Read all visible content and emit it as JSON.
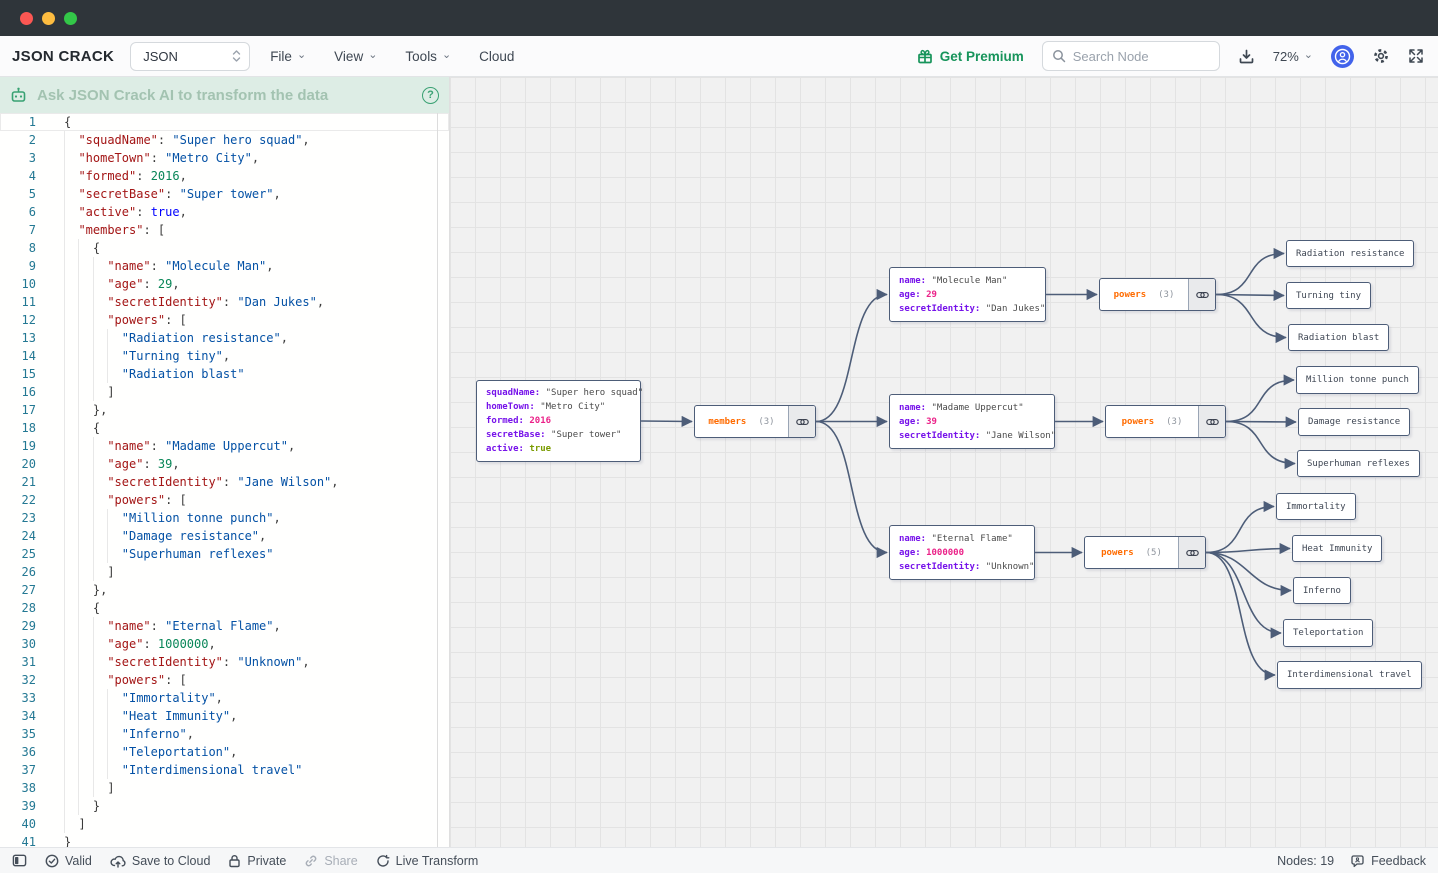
{
  "toolbar": {
    "logo": "JSON CRACK",
    "format_select": "JSON",
    "menus": [
      "File",
      "View",
      "Tools",
      "Cloud"
    ],
    "get_premium": "Get Premium",
    "search_placeholder": "Search Node",
    "zoom_level": "72%"
  },
  "icons": {
    "chevron_down": "⌄",
    "question": "?"
  },
  "ai_bar": {
    "placeholder": "Ask JSON Crack AI to transform the data"
  },
  "editor": {
    "lines": [
      {
        "n": 1,
        "ind": 0,
        "cur": true,
        "t": [
          [
            "p",
            "{"
          ]
        ]
      },
      {
        "n": 2,
        "ind": 1,
        "t": [
          [
            "k",
            "\"squadName\""
          ],
          [
            "p",
            ": "
          ],
          [
            "s",
            "\"Super hero squad\""
          ],
          [
            "p",
            ","
          ]
        ]
      },
      {
        "n": 3,
        "ind": 1,
        "t": [
          [
            "k",
            "\"homeTown\""
          ],
          [
            "p",
            ": "
          ],
          [
            "s",
            "\"Metro City\""
          ],
          [
            "p",
            ","
          ]
        ]
      },
      {
        "n": 4,
        "ind": 1,
        "t": [
          [
            "k",
            "\"formed\""
          ],
          [
            "p",
            ": "
          ],
          [
            "n",
            "2016"
          ],
          [
            "p",
            ","
          ]
        ]
      },
      {
        "n": 5,
        "ind": 1,
        "t": [
          [
            "k",
            "\"secretBase\""
          ],
          [
            "p",
            ": "
          ],
          [
            "s",
            "\"Super tower\""
          ],
          [
            "p",
            ","
          ]
        ]
      },
      {
        "n": 6,
        "ind": 1,
        "t": [
          [
            "k",
            "\"active\""
          ],
          [
            "p",
            ": "
          ],
          [
            "b",
            "true"
          ],
          [
            "p",
            ","
          ]
        ]
      },
      {
        "n": 7,
        "ind": 1,
        "t": [
          [
            "k",
            "\"members\""
          ],
          [
            "p",
            ": ["
          ]
        ]
      },
      {
        "n": 8,
        "ind": 2,
        "t": [
          [
            "p",
            "{"
          ]
        ]
      },
      {
        "n": 9,
        "ind": 3,
        "t": [
          [
            "k",
            "\"name\""
          ],
          [
            "p",
            ": "
          ],
          [
            "s",
            "\"Molecule Man\""
          ],
          [
            "p",
            ","
          ]
        ]
      },
      {
        "n": 10,
        "ind": 3,
        "t": [
          [
            "k",
            "\"age\""
          ],
          [
            "p",
            ": "
          ],
          [
            "n",
            "29"
          ],
          [
            "p",
            ","
          ]
        ]
      },
      {
        "n": 11,
        "ind": 3,
        "t": [
          [
            "k",
            "\"secretIdentity\""
          ],
          [
            "p",
            ": "
          ],
          [
            "s",
            "\"Dan Jukes\""
          ],
          [
            "p",
            ","
          ]
        ]
      },
      {
        "n": 12,
        "ind": 3,
        "t": [
          [
            "k",
            "\"powers\""
          ],
          [
            "p",
            ": ["
          ]
        ]
      },
      {
        "n": 13,
        "ind": 4,
        "t": [
          [
            "s",
            "\"Radiation resistance\""
          ],
          [
            "p",
            ","
          ]
        ]
      },
      {
        "n": 14,
        "ind": 4,
        "t": [
          [
            "s",
            "\"Turning tiny\""
          ],
          [
            "p",
            ","
          ]
        ]
      },
      {
        "n": 15,
        "ind": 4,
        "t": [
          [
            "s",
            "\"Radiation blast\""
          ]
        ]
      },
      {
        "n": 16,
        "ind": 3,
        "t": [
          [
            "p",
            "]"
          ]
        ]
      },
      {
        "n": 17,
        "ind": 2,
        "t": [
          [
            "p",
            "},"
          ]
        ]
      },
      {
        "n": 18,
        "ind": 2,
        "t": [
          [
            "p",
            "{"
          ]
        ]
      },
      {
        "n": 19,
        "ind": 3,
        "t": [
          [
            "k",
            "\"name\""
          ],
          [
            "p",
            ": "
          ],
          [
            "s",
            "\"Madame Uppercut\""
          ],
          [
            "p",
            ","
          ]
        ]
      },
      {
        "n": 20,
        "ind": 3,
        "t": [
          [
            "k",
            "\"age\""
          ],
          [
            "p",
            ": "
          ],
          [
            "n",
            "39"
          ],
          [
            "p",
            ","
          ]
        ]
      },
      {
        "n": 21,
        "ind": 3,
        "t": [
          [
            "k",
            "\"secretIdentity\""
          ],
          [
            "p",
            ": "
          ],
          [
            "s",
            "\"Jane Wilson\""
          ],
          [
            "p",
            ","
          ]
        ]
      },
      {
        "n": 22,
        "ind": 3,
        "t": [
          [
            "k",
            "\"powers\""
          ],
          [
            "p",
            ": ["
          ]
        ]
      },
      {
        "n": 23,
        "ind": 4,
        "t": [
          [
            "s",
            "\"Million tonne punch\""
          ],
          [
            "p",
            ","
          ]
        ]
      },
      {
        "n": 24,
        "ind": 4,
        "t": [
          [
            "s",
            "\"Damage resistance\""
          ],
          [
            "p",
            ","
          ]
        ]
      },
      {
        "n": 25,
        "ind": 4,
        "t": [
          [
            "s",
            "\"Superhuman reflexes\""
          ]
        ]
      },
      {
        "n": 26,
        "ind": 3,
        "t": [
          [
            "p",
            "]"
          ]
        ]
      },
      {
        "n": 27,
        "ind": 2,
        "t": [
          [
            "p",
            "},"
          ]
        ]
      },
      {
        "n": 28,
        "ind": 2,
        "t": [
          [
            "p",
            "{"
          ]
        ]
      },
      {
        "n": 29,
        "ind": 3,
        "t": [
          [
            "k",
            "\"name\""
          ],
          [
            "p",
            ": "
          ],
          [
            "s",
            "\"Eternal Flame\""
          ],
          [
            "p",
            ","
          ]
        ]
      },
      {
        "n": 30,
        "ind": 3,
        "t": [
          [
            "k",
            "\"age\""
          ],
          [
            "p",
            ": "
          ],
          [
            "n",
            "1000000"
          ],
          [
            "p",
            ","
          ]
        ]
      },
      {
        "n": 31,
        "ind": 3,
        "t": [
          [
            "k",
            "\"secretIdentity\""
          ],
          [
            "p",
            ": "
          ],
          [
            "s",
            "\"Unknown\""
          ],
          [
            "p",
            ","
          ]
        ]
      },
      {
        "n": 32,
        "ind": 3,
        "t": [
          [
            "k",
            "\"powers\""
          ],
          [
            "p",
            ": ["
          ]
        ]
      },
      {
        "n": 33,
        "ind": 4,
        "t": [
          [
            "s",
            "\"Immortality\""
          ],
          [
            "p",
            ","
          ]
        ]
      },
      {
        "n": 34,
        "ind": 4,
        "t": [
          [
            "s",
            "\"Heat Immunity\""
          ],
          [
            "p",
            ","
          ]
        ]
      },
      {
        "n": 35,
        "ind": 4,
        "t": [
          [
            "s",
            "\"Inferno\""
          ],
          [
            "p",
            ","
          ]
        ]
      },
      {
        "n": 36,
        "ind": 4,
        "t": [
          [
            "s",
            "\"Teleportation\""
          ],
          [
            "p",
            ","
          ]
        ]
      },
      {
        "n": 37,
        "ind": 4,
        "t": [
          [
            "s",
            "\"Interdimensional travel\""
          ]
        ]
      },
      {
        "n": 38,
        "ind": 3,
        "t": [
          [
            "p",
            "]"
          ]
        ]
      },
      {
        "n": 39,
        "ind": 2,
        "t": [
          [
            "p",
            "}"
          ]
        ]
      },
      {
        "n": 40,
        "ind": 1,
        "t": [
          [
            "p",
            "]"
          ]
        ]
      },
      {
        "n": 41,
        "ind": 0,
        "t": [
          [
            "p",
            "}"
          ]
        ]
      }
    ]
  },
  "graph": {
    "nodes": [
      {
        "id": "root",
        "kind": "object",
        "rows": [
          {
            "k": "squadName",
            "v": "\"Super hero squad\"",
            "t": "s"
          },
          {
            "k": "homeTown",
            "v": "\"Metro City\"",
            "t": "s"
          },
          {
            "k": "formed",
            "v": "2016",
            "t": "n"
          },
          {
            "k": "secretBase",
            "v": "\"Super tower\"",
            "t": "s"
          },
          {
            "k": "active",
            "v": "true",
            "t": "b"
          }
        ]
      },
      {
        "id": "members",
        "kind": "parent",
        "label": "members",
        "count": "(3)"
      },
      {
        "id": "m1",
        "kind": "object",
        "rows": [
          {
            "k": "name",
            "v": "\"Molecule Man\"",
            "t": "s"
          },
          {
            "k": "age",
            "v": "29",
            "t": "n"
          },
          {
            "k": "secretIdentity",
            "v": "\"Dan Jukes\"",
            "t": "s"
          }
        ]
      },
      {
        "id": "p1",
        "kind": "parent",
        "label": "powers",
        "count": "(3)"
      },
      {
        "id": "m2",
        "kind": "object",
        "rows": [
          {
            "k": "name",
            "v": "\"Madame Uppercut\"",
            "t": "s"
          },
          {
            "k": "age",
            "v": "39",
            "t": "n"
          },
          {
            "k": "secretIdentity",
            "v": "\"Jane Wilson\"",
            "t": "s"
          }
        ]
      },
      {
        "id": "p2",
        "kind": "parent",
        "label": "powers",
        "count": "(3)"
      },
      {
        "id": "m3",
        "kind": "object",
        "rows": [
          {
            "k": "name",
            "v": "\"Eternal Flame\"",
            "t": "s"
          },
          {
            "k": "age",
            "v": "1000000",
            "t": "n"
          },
          {
            "k": "secretIdentity",
            "v": "\"Unknown\"",
            "t": "s"
          }
        ]
      },
      {
        "id": "p3",
        "kind": "parent",
        "label": "powers",
        "count": "(5)"
      },
      {
        "id": "l1",
        "kind": "leaf",
        "text": "Radiation resistance"
      },
      {
        "id": "l2",
        "kind": "leaf",
        "text": "Turning tiny"
      },
      {
        "id": "l3",
        "kind": "leaf",
        "text": "Radiation blast"
      },
      {
        "id": "l4",
        "kind": "leaf",
        "text": "Million tonne punch"
      },
      {
        "id": "l5",
        "kind": "leaf",
        "text": "Damage resistance"
      },
      {
        "id": "l6",
        "kind": "leaf",
        "text": "Superhuman reflexes"
      },
      {
        "id": "l7",
        "kind": "leaf",
        "text": "Immortality"
      },
      {
        "id": "l8",
        "kind": "leaf",
        "text": "Heat Immunity"
      },
      {
        "id": "l9",
        "kind": "leaf",
        "text": "Inferno"
      },
      {
        "id": "l10",
        "kind": "leaf",
        "text": "Teleportation"
      },
      {
        "id": "l11",
        "kind": "leaf",
        "text": "Interdimensional travel"
      }
    ]
  },
  "statusbar": {
    "valid": "Valid",
    "save_to_cloud": "Save to Cloud",
    "private": "Private",
    "share": "Share",
    "live_transform": "Live Transform",
    "nodes_count": "Nodes: 19",
    "feedback": "Feedback"
  }
}
